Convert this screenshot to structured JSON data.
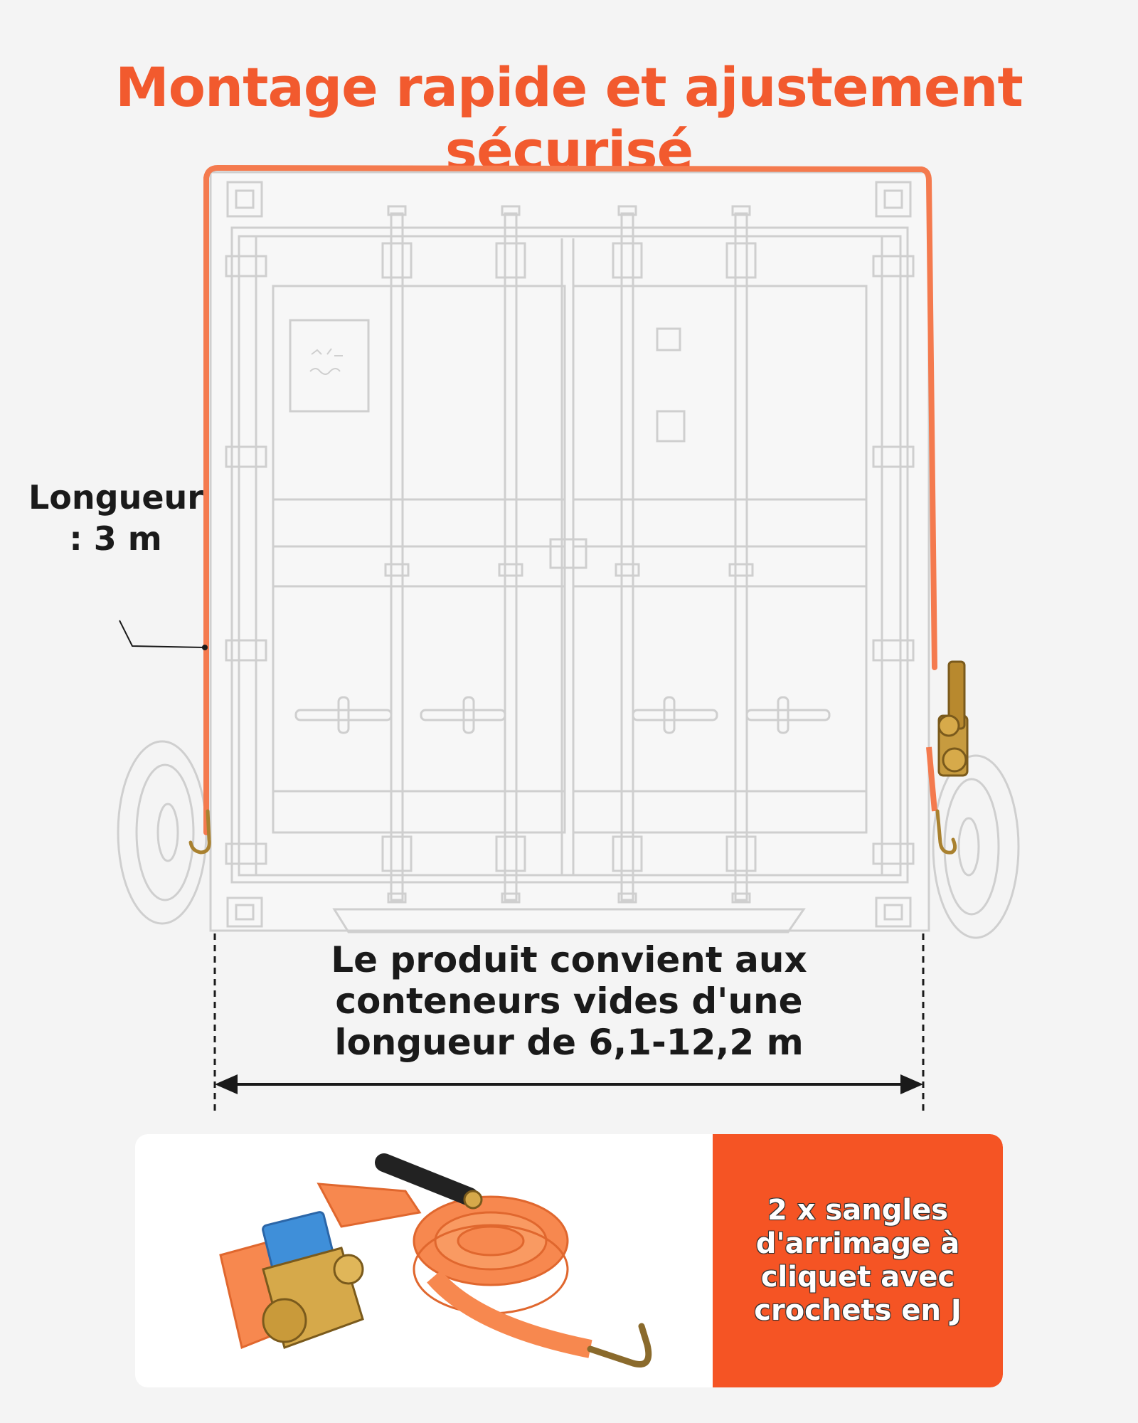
{
  "title": "Montage rapide et ajustement sécurisé",
  "length_label": {
    "line1": "Longueur",
    "line2": ": 3 m"
  },
  "description": {
    "line1": "Le produit convient aux",
    "line2": "conteneurs vides d'une",
    "line3": "longueur de 6,1-12,2 m"
  },
  "product_card": {
    "line1": "2 x sangles",
    "line2": "d'arrimage à",
    "line3": "cliquet avec",
    "line4": "crochets en J"
  },
  "colors": {
    "accent": "#f25a2e",
    "strap": "#f47a4e",
    "card_orange": "#f55424",
    "outline": "#cfcfcf",
    "background": "#f4f4f4"
  },
  "icons": [
    "container-illustration",
    "ratchet-strap-icon",
    "j-hook-icon",
    "wheel-icon",
    "dimension-arrow-icon"
  ]
}
